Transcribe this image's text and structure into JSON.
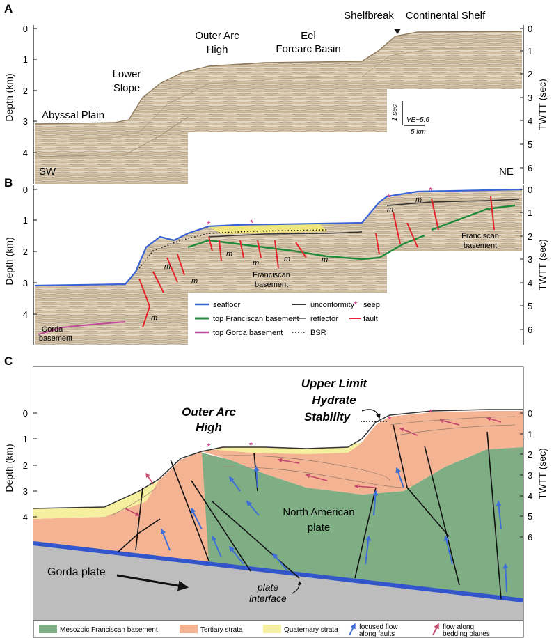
{
  "panels": {
    "a": {
      "letter": "A",
      "labels": {
        "continental_shelf": "Continental Shelf",
        "shelfbreak": "Shelfbreak",
        "eel_basin_1": "Eel",
        "eel_basin_2": "Forearc Basin",
        "outer_arc_1": "Outer Arc",
        "outer_arc_2": "High",
        "lower_slope_1": "Lower",
        "lower_slope_2": "Slope",
        "abyssal_plain": "Abyssal Plain",
        "sw": "SW",
        "ne": "NE"
      },
      "scale": {
        "time": "1 sec",
        "ve": "VE~5.6",
        "distance": "5 km"
      },
      "depth_ticks": [
        "0",
        "1",
        "2",
        "3",
        "4"
      ],
      "twtt_ticks": [
        "0",
        "1",
        "2",
        "3",
        "4",
        "5",
        "6"
      ]
    },
    "b": {
      "letter": "B",
      "labels": {
        "franciscan_basement_1": "Franciscan",
        "franciscan_basement_2": "basement",
        "franciscan_right_1": "Franciscan",
        "franciscan_right_2": "basement",
        "gorda_1": "Gorda",
        "gorda_2": "basement",
        "m": "m"
      },
      "depth_ticks": [
        "0",
        "1",
        "2",
        "3",
        "4"
      ],
      "twtt_ticks": [
        "0",
        "1",
        "2",
        "3",
        "4",
        "5",
        "6"
      ],
      "legend": [
        {
          "label": "seafloor",
          "color": "#3a63d6",
          "style": "line"
        },
        {
          "label": "unconformity",
          "color": "#333333",
          "style": "line"
        },
        {
          "label": "seep",
          "color": "#e0338f",
          "style": "star"
        },
        {
          "label": "top Franciscan basement",
          "color": "#1f8a3a",
          "style": "line"
        },
        {
          "label": "reflector",
          "color": "#7a7a7a",
          "style": "line"
        },
        {
          "label": "fault",
          "color": "#e5232a",
          "style": "line"
        },
        {
          "label": "top Gorda basement",
          "color": "#c04a9a",
          "style": "line"
        },
        {
          "label": "BSR",
          "color": "#111111",
          "style": "dotted"
        }
      ]
    },
    "c": {
      "letter": "C",
      "labels": {
        "hydrate_1": "Upper Limit",
        "hydrate_2": "Hydrate",
        "hydrate_3": "Stability",
        "outer_arc_1": "Outer Arc",
        "outer_arc_2": "High",
        "north_american_1": "North American",
        "north_american_2": "plate",
        "gorda_plate": "Gorda plate",
        "plate_interface_1": "plate",
        "plate_interface_2": "interface"
      },
      "depth_ticks": [
        "0",
        "1",
        "2",
        "3",
        "4"
      ],
      "twtt_ticks": [
        "0",
        "1",
        "2",
        "3",
        "4",
        "5",
        "6"
      ],
      "legend": [
        {
          "label": "Mesozoic Franciscan basement",
          "color": "#7fae84",
          "style": "box"
        },
        {
          "label": "Tertiary strata",
          "color": "#f4b494",
          "style": "box"
        },
        {
          "label": "Quaternary strata",
          "color": "#f5efa0",
          "style": "box"
        },
        {
          "label_1": "focused flow",
          "label_2": "along faults",
          "color": "#3f6fd6",
          "style": "arrow"
        },
        {
          "label_1": "flow along",
          "label_2": "bedding planes",
          "color": "#c2456a",
          "style": "arrow"
        }
      ]
    }
  },
  "axis": {
    "depth": "Depth (km)",
    "twtt": "TWTT (sec)"
  }
}
